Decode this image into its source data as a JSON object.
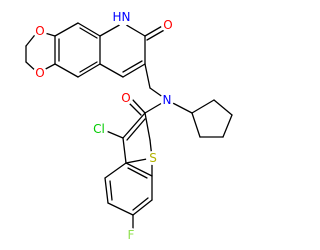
{
  "structure_name": "",
  "colors": {
    "bond": "#000000",
    "O": "#ff0000",
    "N": "#0000ff",
    "S": "#b2b200",
    "Cl": "#00cc00",
    "F": "#90e050",
    "C": "#000000"
  },
  "atom_labels": {
    "o_diox_top": "O",
    "o_diox_bot": "O",
    "nh_lactam": "N",
    "h_lactam": "H",
    "o_lactam": "O",
    "n_amide": "N",
    "o_amide": "O",
    "s_thio": "S",
    "cl": "Cl",
    "f": "F"
  }
}
